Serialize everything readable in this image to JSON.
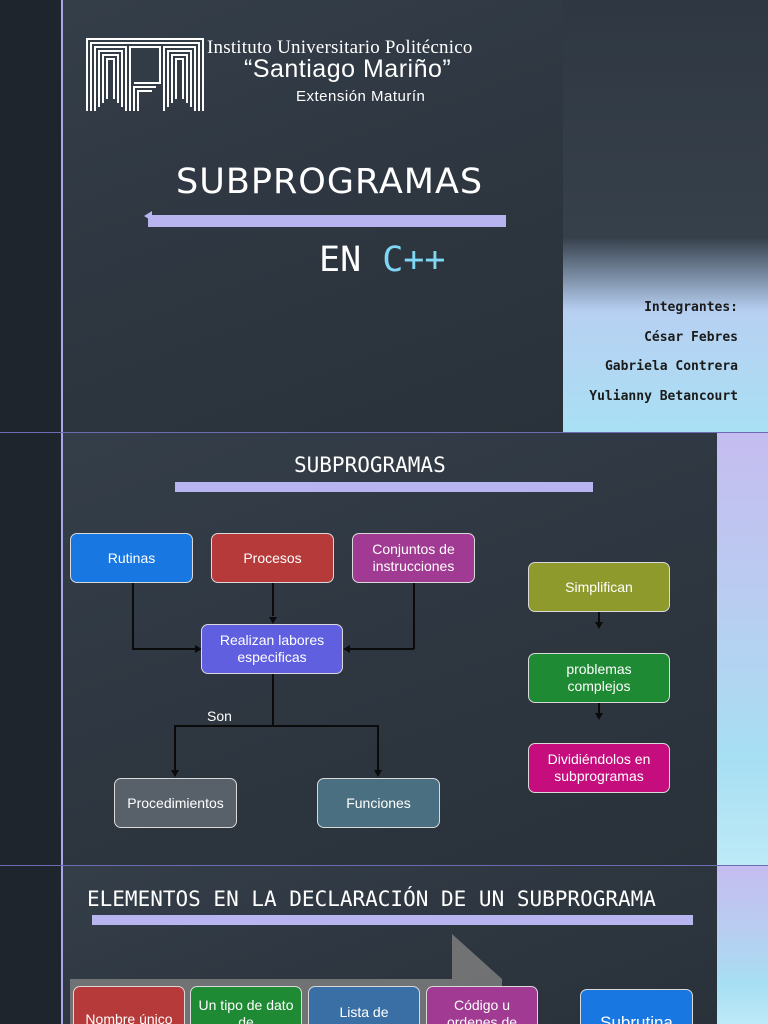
{
  "slide1": {
    "logo_line1": "Instituto Universitario Politécnico",
    "logo_line2": "“Santiago Mariño”",
    "logo_line3": "Extensión Maturín",
    "title": "SUBPROGRAMAS",
    "subtitle_prefix": "EN",
    "subtitle_accent": "C++",
    "members_label": "Integrantes:",
    "members": [
      "César Febres",
      "Gabriela Contrera",
      "Yulianny Betancourt"
    ]
  },
  "slide2": {
    "title": "SUBPROGRAMAS",
    "boxes": {
      "rutinas": "Rutinas",
      "procesos": "Procesos",
      "conjuntos": "Conjuntos de instrucciones",
      "realizan": "Realizan labores especificas",
      "son": "Son",
      "procedimientos": "Procedimientos",
      "funciones": "Funciones",
      "simplifican": "Simplifican",
      "problemas": "problemas complejos",
      "dividiendolos": "Dividiéndolos en subprogramas"
    },
    "colors": {
      "rutinas": "#1877e0",
      "procesos": "#b73a3a",
      "conjuntos": "#a13a92",
      "realizan": "#5f5fe0",
      "procedimientos": "#586069",
      "funciones": "#4a6f80",
      "simplifican": "#8e9b2c",
      "problemas": "#1e8a33",
      "dividiendolos": "#c50d7e"
    }
  },
  "slide3": {
    "title": "ELEMENTOS EN LA DECLARACIÓN DE UN SUBPROGRAMA",
    "boxes": [
      "Nombre único",
      "Un tipo de dato de",
      "Lista de",
      "Código u ordenes de",
      "Subrutina"
    ],
    "colors": [
      "#b73a3a",
      "#1e8a33",
      "#3a6fa5",
      "#a13a92",
      "#1877e0"
    ]
  }
}
